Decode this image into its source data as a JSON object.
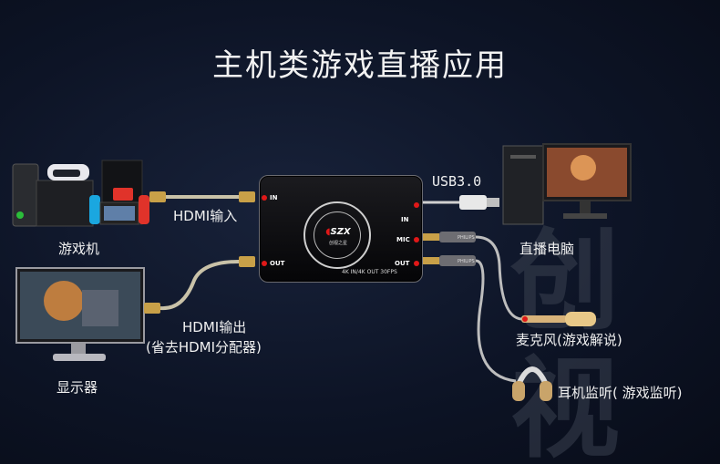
{
  "title": "主机类游戏直播应用",
  "watermark": [
    "创",
    "视"
  ],
  "device": {
    "ports": {
      "in_left": "IN",
      "out_left": "OUT",
      "in_right": "IN",
      "mic": "MIC",
      "out_right": "OUT"
    },
    "spec": "4K IN/4K OUT 30FPS",
    "logo_text": "SZX",
    "logo_sub": "创视之星"
  },
  "labels": {
    "console": "游戏机",
    "hdmi_in": "HDMI输入",
    "usb": "USB3.0",
    "pc": "直播电脑",
    "hdmi_out": "HDMI输出",
    "hdmi_out_note": "(省去HDMI分配器)",
    "monitor": "显示器",
    "mic": "麦克风(游戏解说)",
    "headphones": "耳机监听( 游戏监听)",
    "plug_brand": "PHILIPS"
  },
  "colors": {
    "accent": "#e01818",
    "cable": "#c9c2a8",
    "background": "#0d1426"
  }
}
